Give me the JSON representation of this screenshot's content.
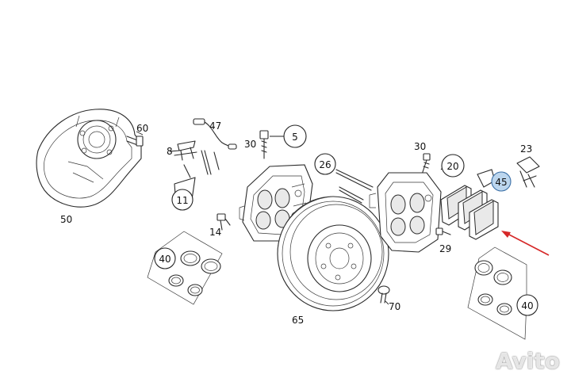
{
  "callouts": {
    "c60": "60",
    "c47": "47",
    "c8": "8",
    "c11": "11",
    "c50": "50",
    "c30a": "30",
    "c5": "5",
    "c14": "14",
    "c40a": "40",
    "c26": "26",
    "c65": "65",
    "c70": "70",
    "c30b": "30",
    "c20": "20",
    "c29": "29",
    "c23": "23",
    "c45": "45",
    "c40b": "40"
  },
  "highlight": {
    "circle_color": "#bcd6ee",
    "arrow_color": "#d62828",
    "target": "45"
  },
  "watermark": "Avito"
}
